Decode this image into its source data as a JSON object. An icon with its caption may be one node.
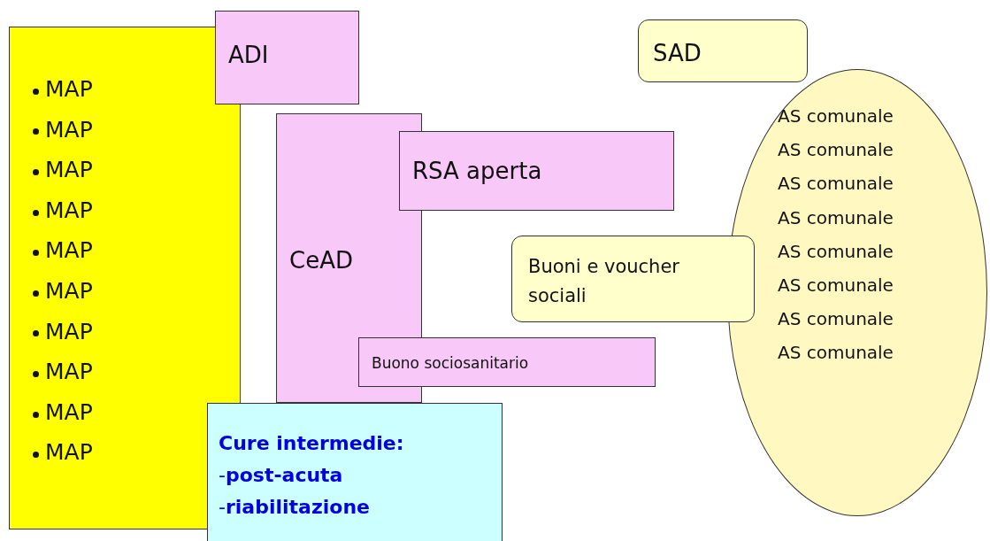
{
  "diagram": {
    "nodes": [
      {
        "text": [
          "MAP",
          "MAP",
          "MAP",
          "MAP",
          "MAP",
          "MAP",
          "MAP",
          "MAP",
          "MAP",
          "MAP"
        ]
      },
      {
        "text": [
          "ADI"
        ]
      },
      {
        "text": [
          "CeAD"
        ]
      },
      {
        "text": [
          "RSA aperta"
        ]
      },
      {
        "text": [
          "Buono sociosanitario"
        ]
      },
      {
        "text": [
          "Cure intermedie:",
          "-**post-acuta**",
          "-**riabilitazione**"
        ]
      },
      {
        "text": [
          "SAD"
        ]
      },
      {
        "text": [
          "AS comunale",
          "AS comunale",
          "AS comunale",
          "AS comunale",
          "AS comunale",
          "AS comunale",
          "AS comunale",
          "AS comunale"
        ]
      },
      {
        "text": [
          "Buoni e voucher sociali"
        ]
      }
    ]
  }
}
